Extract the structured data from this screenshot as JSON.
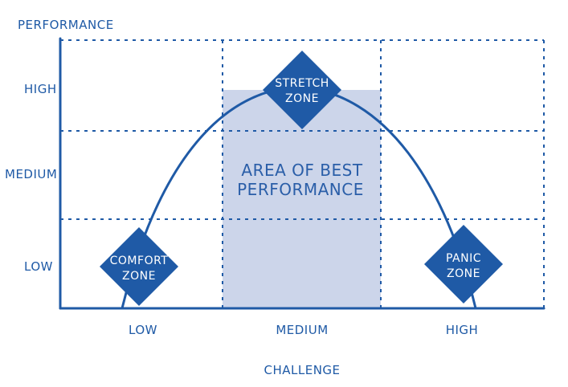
{
  "colors": {
    "ink": "#1f5aa6",
    "zone_fill": "#1f5aa6",
    "area_fill": "#ccd5ea",
    "background": "#ffffff"
  },
  "y_axis": {
    "title": "PERFORMANCE",
    "ticks": [
      "HIGH",
      "MEDIUM",
      "LOW"
    ]
  },
  "x_axis": {
    "title": "CHALLENGE",
    "ticks": [
      "LOW",
      "MEDIUM",
      "HIGH"
    ]
  },
  "highlight_area": {
    "line1": "AREA OF BEST",
    "line2": "PERFORMANCE"
  },
  "zones": {
    "comfort": {
      "line1": "COMFORT",
      "line2": "ZONE"
    },
    "stretch": {
      "line1": "STRETCH",
      "line2": "ZONE"
    },
    "panic": {
      "line1": "PANIC",
      "line2": "ZONE"
    }
  }
}
